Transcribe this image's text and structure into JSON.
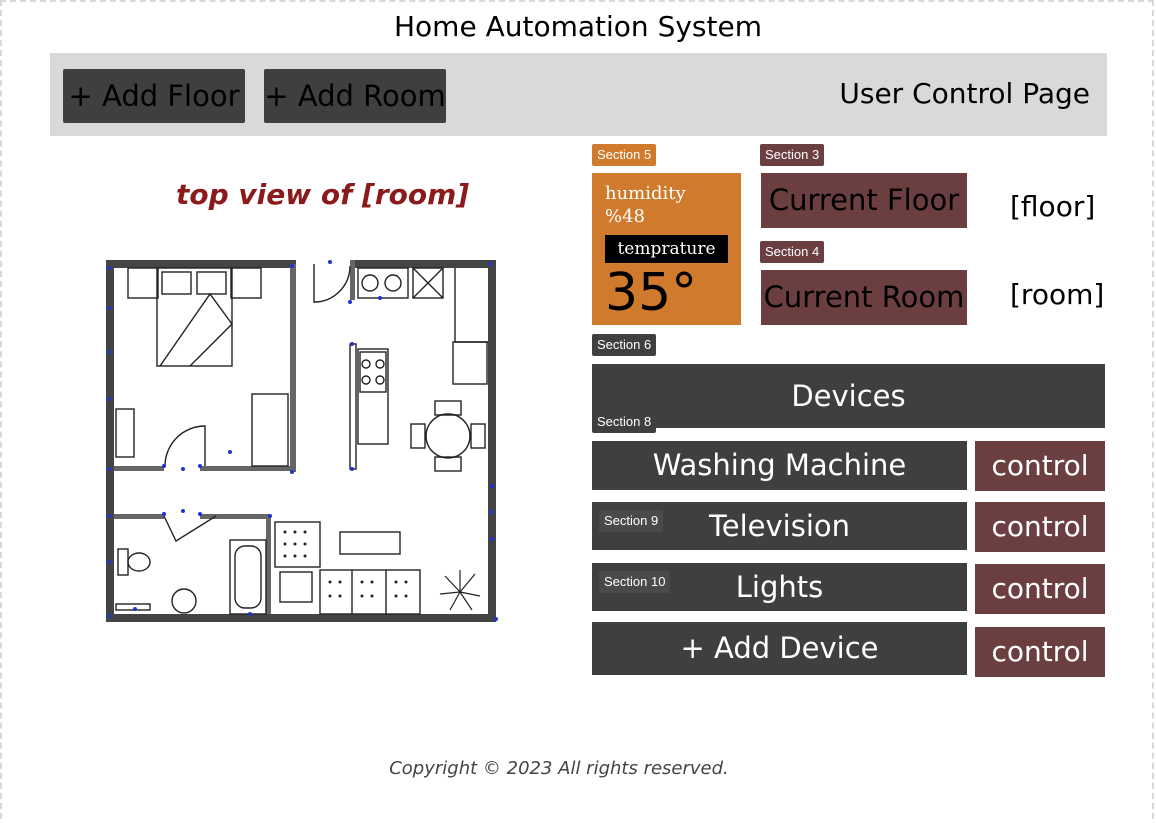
{
  "app_title": "Home Automation System",
  "toolbar": {
    "add_floor": "+ Add Floor",
    "add_room": "+ Add Room",
    "page_label": "User Control Page"
  },
  "view_title": "top view of [room]",
  "sections": {
    "s3": "Section 3",
    "s4": "Section 4",
    "s5": "Section 5",
    "s6": "Section 6",
    "s8": "Section 8",
    "s9": "Section 9",
    "s10": "Section 10"
  },
  "sensor": {
    "humidity_label": "humidity",
    "humidity_value": "%48",
    "temperature_label": "temprature",
    "temperature_value": "35°"
  },
  "location": {
    "current_floor": "Current Floor",
    "floor_value": "[floor]",
    "current_room": "Current Room",
    "room_value": "[room]"
  },
  "devices": {
    "header": "Devices",
    "items": [
      {
        "name": "Washing Machine",
        "control": "control"
      },
      {
        "name": "Television",
        "control": "control"
      },
      {
        "name": "Lights",
        "control": "control"
      }
    ],
    "add_device": "+ Add Device",
    "add_control": "control"
  },
  "footer": "Copyright © 2023 All rights reserved.",
  "colors": {
    "topbar": "#d9d9d9",
    "dark_button": "#3f3f3f",
    "brown_button": "#6b3f3f",
    "sensor_orange": "#cf7a2d",
    "view_title": "#8b1a1a"
  }
}
